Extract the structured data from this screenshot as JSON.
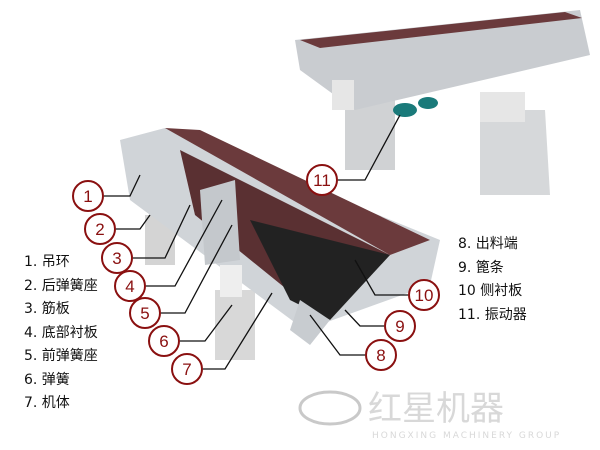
{
  "legend_left": [
    "1. 吊环",
    "2. 后弹簧座",
    "3. 筋板",
    "4. 底部衬板",
    "5. 前弹簧座",
    "6. 弹簧",
    "7. 机体"
  ],
  "legend_right": [
    "8. 出料端",
    "9. 篦条",
    "10 侧衬板",
    "11. 振动器"
  ],
  "callouts": [
    "1",
    "2",
    "3",
    "4",
    "5",
    "6",
    "7",
    "8",
    "9",
    "10",
    "11"
  ],
  "watermark": {
    "text": "红星机器",
    "subtext": "HONGXING MACHINERY GROUP"
  },
  "colors": {
    "callout": "#8a1010",
    "liner": "#6b3a3c",
    "body": "#d4d8dc",
    "grate": "#222222"
  }
}
